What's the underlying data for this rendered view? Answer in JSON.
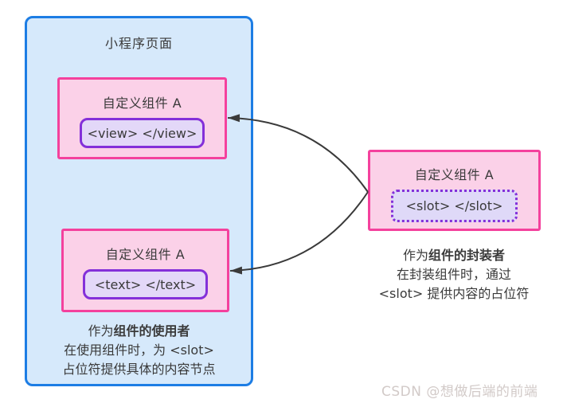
{
  "colors": {
    "page-bg": "#ffffff",
    "blue-border": "#1d7de4",
    "blue-fill": "#d6e9fb",
    "pink-border": "#f4419d",
    "pink-fill": "#fbd1e8",
    "purple-border": "#8430d9",
    "purple-fill": "#e3d8f8",
    "slot-fill": "#dfd9f8",
    "text": "#3a3a3a",
    "arrow": "#3a3a3a",
    "watermark": "#d2cac8"
  },
  "mini_program_page": {
    "title": "小程序页面",
    "components": [
      {
        "label": "自定义组件 A",
        "tag": "<view> </view>"
      },
      {
        "label": "自定义组件 A",
        "tag": "<text> </text>"
      }
    ],
    "caption": {
      "prefix": "作为",
      "bold": "组件的使用者",
      "line2": "在使用组件时，为 <slot>",
      "line3": "占位符提供具体的内容节点"
    }
  },
  "encapsulator": {
    "label": "自定义组件 A",
    "tag": "<slot> </slot>",
    "caption": {
      "prefix": "作为",
      "bold": "组件的封装者",
      "line2": "在封装组件时，通过",
      "line3": "<slot> 提供内容的占位符"
    }
  },
  "watermark": "CSDN @想做后端的前端"
}
